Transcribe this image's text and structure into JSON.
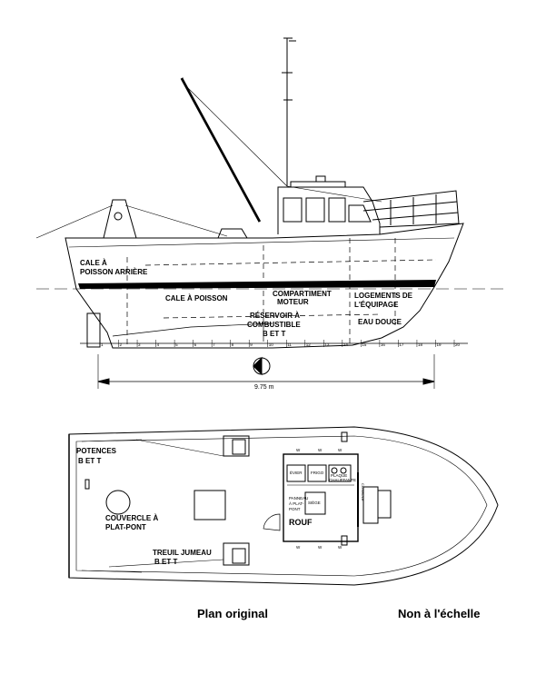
{
  "profile_labels": {
    "cale_arriere_1": "CALE À",
    "cale_arriere_2": "POISSON ARRIÈRE",
    "cale_poisson": "CALE À POISSON",
    "compartiment_1": "COMPARTIMENT",
    "compartiment_2": "MOTEUR",
    "logements_1": "LOGEMENTS DE",
    "logements_2": "L'ÉQUIPAGE",
    "reservoir_1": "RÉSERVOIR À",
    "reservoir_2": "COMBUSTIBLE",
    "reservoir_3": "B ET T",
    "eau_douce": "EAU DOUCE",
    "length": "9.75 m"
  },
  "station_numbers": [
    "1",
    "2",
    "3",
    "4",
    "5",
    "6",
    "7",
    "8",
    "9",
    "10",
    "11",
    "12",
    "13",
    "14",
    "15",
    "16",
    "17",
    "18",
    "19",
    "20"
  ],
  "plan_labels": {
    "potences_1": "POTENCES",
    "potences_2": "B ET T",
    "couvercle_1": "COUVERCLE À",
    "couvercle_2": "PLAT-PONT",
    "treuil_1": "TREUIL JUMEAU",
    "treuil_2": "B ET T",
    "rouf": "ROUF",
    "evier": "ÉVIER",
    "frigo": "FRIGO",
    "plaque_1": "PLAQUE",
    "plaque_2": "CHAUFFANTE",
    "panneau_1": "PANNEAU",
    "panneau_2": "À PLAT-",
    "panneau_3": "PONT",
    "siege": "SIÈGE",
    "console": "CONSOLE",
    "w": "W"
  },
  "captions": {
    "plan_original": "Plan original",
    "non_echelle": "Non à l'échelle"
  }
}
